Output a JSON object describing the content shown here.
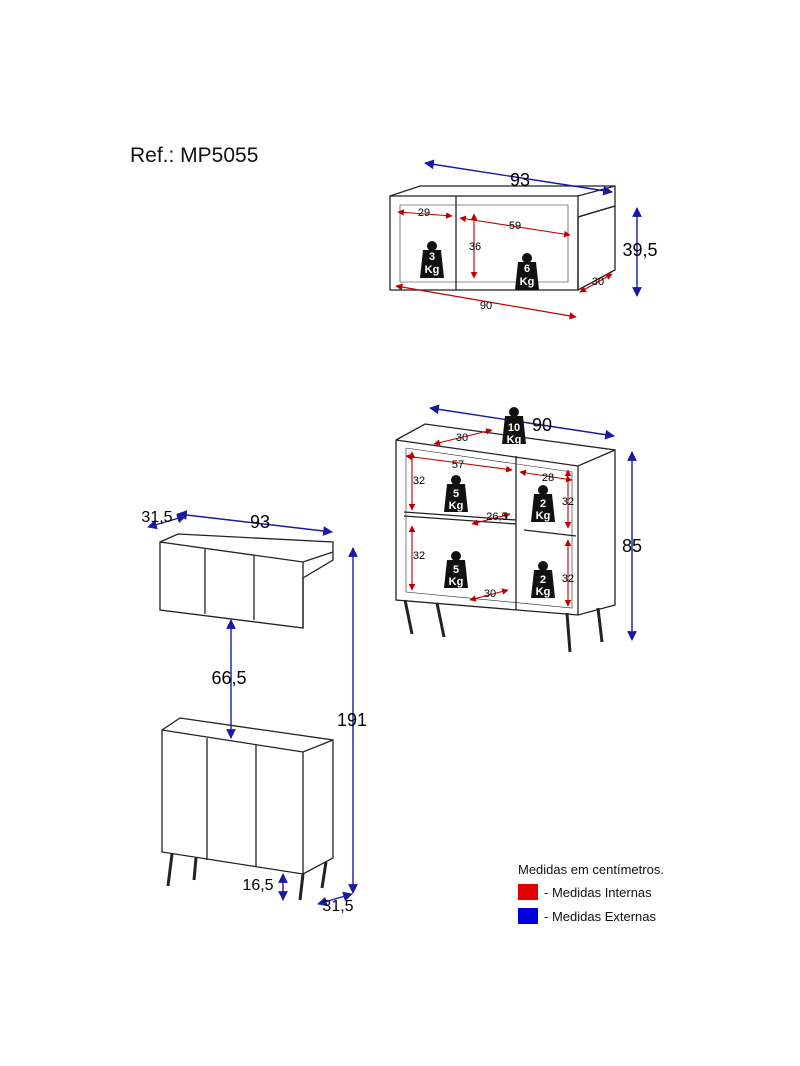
{
  "reference": "Ref.: MP5055",
  "legend": {
    "title": "Medidas em centímetros.",
    "internal": {
      "label": "- Medidas Internas",
      "color": "#e00000"
    },
    "external": {
      "label": "- Medidas Externas",
      "color": "#0000dd"
    }
  },
  "colors": {
    "line": "#222222",
    "internal": "#c00000",
    "external": "#1a1aa0"
  },
  "wall_cabinet": {
    "width": "93",
    "height": "39,5",
    "depth": "30",
    "inner_left_width": "29",
    "inner_right_width": "59",
    "inner_height": "36",
    "inner_bottom_width": "90",
    "load_left": {
      "value": "3",
      "unit": "Kg"
    },
    "load_right": {
      "value": "6",
      "unit": "Kg"
    }
  },
  "sideboard": {
    "width": "90",
    "height": "85",
    "depth": "30",
    "shelf_depth": "26,5",
    "inner_left_width": "57",
    "inner_right_width": "28",
    "bottom_depth": "30",
    "compartment_heights": [
      "32",
      "32",
      "32",
      "32"
    ],
    "load_top": {
      "value": "10",
      "unit": "Kg"
    },
    "load_left_upper": {
      "value": "5",
      "unit": "Kg"
    },
    "load_left_lower": {
      "value": "5",
      "unit": "Kg"
    },
    "load_right_upper": {
      "value": "2",
      "unit": "Kg"
    },
    "load_right_lower": {
      "value": "2",
      "unit": "Kg"
    }
  },
  "assembly": {
    "wall_depth": "31,5",
    "wall_width": "93",
    "gap": "66,5",
    "total_height": "191",
    "leg_height": "16,5",
    "base_depth": "31,5"
  }
}
